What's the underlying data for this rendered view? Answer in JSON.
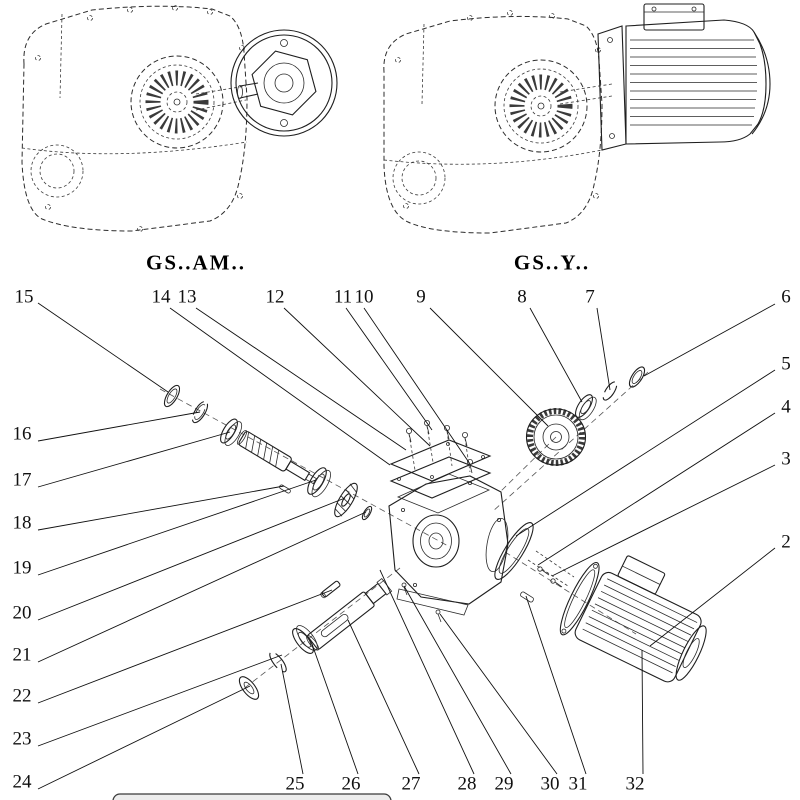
{
  "colors": {
    "background": "#ffffff",
    "line": "#1a1a1a"
  },
  "variants": [
    {
      "label": "GS..AM.."
    },
    {
      "label": "GS..Y.."
    }
  ],
  "callouts": [
    {
      "num": "15"
    },
    {
      "num": "14"
    },
    {
      "num": "13"
    },
    {
      "num": "12"
    },
    {
      "num": "11"
    },
    {
      "num": "10"
    },
    {
      "num": "9"
    },
    {
      "num": "8"
    },
    {
      "num": "7"
    },
    {
      "num": "6"
    },
    {
      "num": "5"
    },
    {
      "num": "4"
    },
    {
      "num": "3"
    },
    {
      "num": "2"
    },
    {
      "num": "16"
    },
    {
      "num": "17"
    },
    {
      "num": "18"
    },
    {
      "num": "19"
    },
    {
      "num": "20"
    },
    {
      "num": "21"
    },
    {
      "num": "22"
    },
    {
      "num": "23"
    },
    {
      "num": "24"
    },
    {
      "num": "25"
    },
    {
      "num": "26"
    },
    {
      "num": "27"
    },
    {
      "num": "28"
    },
    {
      "num": "29"
    },
    {
      "num": "30"
    },
    {
      "num": "31"
    },
    {
      "num": "32"
    }
  ]
}
